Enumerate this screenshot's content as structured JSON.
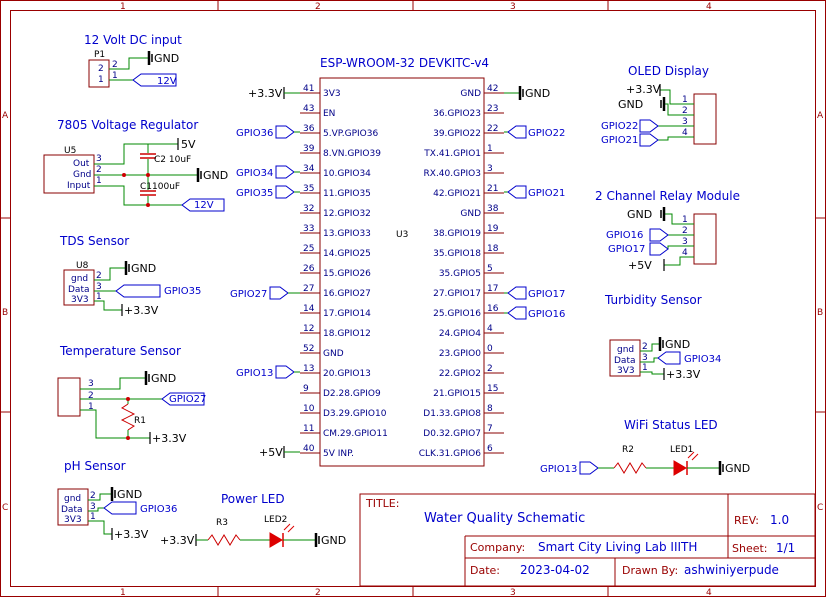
{
  "border": {
    "columns": [
      "1",
      "2",
      "3",
      "4"
    ],
    "rows": [
      "A",
      "B",
      "C"
    ]
  },
  "sections": {
    "dc_input": "12 Volt DC input",
    "regulator": "7805 Voltage Regulator",
    "tds": "TDS Sensor",
    "temperature": "Temperature Sensor",
    "ph": "pH Sensor",
    "power_led": "Power LED",
    "esp": "ESP-WROOM-32 DEVKITC-v4",
    "oled": "OLED Display",
    "relay": "2 Channel Relay Module",
    "turbidity": "Turbidity Sensor",
    "wifi_led": "WiFi Status LED"
  },
  "parts": {
    "p1": "P1",
    "u5": "U5",
    "c2": "C2 10uF",
    "c1": "C1100uF",
    "u8": "U8",
    "r1": "R1",
    "r2": "R2",
    "r3": "R3",
    "led1": "LED1",
    "led2": "LED2",
    "u3": "U3"
  },
  "nets": {
    "gnd": "GND",
    "v12": "12V",
    "v5": "5V",
    "p5v": "+5V",
    "p33": "+3.3V",
    "gpio36": "GPIO36",
    "gpio34": "GPIO34",
    "gpio35": "GPIO35",
    "gpio27": "GPIO27",
    "gpio13": "GPIO13",
    "gpio22": "GPIO22",
    "gpio21": "GPIO21",
    "gpio17": "GPIO17",
    "gpio16": "GPIO16"
  },
  "reg_pins": {
    "out": "Out",
    "gnd": "Gnd",
    "input": "Input"
  },
  "sensor_pins": {
    "gnd": "gnd",
    "data": "Data",
    "v33": "3V3"
  },
  "pin_numbers": {
    "n1": "1",
    "n2": "2",
    "n3": "3",
    "n4": "4"
  },
  "esp_left": [
    {
      "num": "41",
      "name": "3V3"
    },
    {
      "num": "43",
      "name": "EN"
    },
    {
      "num": "36",
      "name": "5.VP.GPIO36"
    },
    {
      "num": "39",
      "name": "8.VN.GPIO39"
    },
    {
      "num": "34",
      "name": "10.GPIO34"
    },
    {
      "num": "35",
      "name": "11.GPIO35"
    },
    {
      "num": "32",
      "name": "12.GPIO32"
    },
    {
      "num": "33",
      "name": "13.GPIO33"
    },
    {
      "num": "25",
      "name": "14.GPIO25"
    },
    {
      "num": "26",
      "name": "15.GPIO26"
    },
    {
      "num": "27",
      "name": "16.GPIO27"
    },
    {
      "num": "14",
      "name": "17.GPIO14"
    },
    {
      "num": "12",
      "name": "18.GPIO12"
    },
    {
      "num": "52",
      "name": "GND"
    },
    {
      "num": "13",
      "name": "20.GPIO13"
    },
    {
      "num": "9",
      "name": "D2.28.GPIO9"
    },
    {
      "num": "10",
      "name": "D3.29.GPIO10"
    },
    {
      "num": "11",
      "name": "CM.29.GPIO11"
    },
    {
      "num": "40",
      "name": "5V INP."
    }
  ],
  "esp_right": [
    {
      "num": "42",
      "name": "GND"
    },
    {
      "num": "23",
      "name": "36.GPIO23"
    },
    {
      "num": "22",
      "name": "39.GPIO22"
    },
    {
      "num": "1",
      "name": "TX.41.GPIO1"
    },
    {
      "num": "3",
      "name": "RX.40.GPIO3"
    },
    {
      "num": "21",
      "name": "42.GPIO21"
    },
    {
      "num": "38",
      "name": "GND"
    },
    {
      "num": "19",
      "name": "38.GPIO19"
    },
    {
      "num": "18",
      "name": "35.GPIO18"
    },
    {
      "num": "5",
      "name": "35.GPIO5"
    },
    {
      "num": "17",
      "name": "27.GPIO17"
    },
    {
      "num": "16",
      "name": "25.GPIO16"
    },
    {
      "num": "4",
      "name": "24.GPIO4"
    },
    {
      "num": "0",
      "name": "23.GPIO0"
    },
    {
      "num": "2",
      "name": "22.GPIO2"
    },
    {
      "num": "15",
      "name": "21.GPIO15"
    },
    {
      "num": "8",
      "name": "D1.33.GPIO8"
    },
    {
      "num": "7",
      "name": "D0.32.GPIO7"
    },
    {
      "num": "6",
      "name": "CLK.31.GPIO6"
    }
  ],
  "title_block": {
    "title_label": "TITLE:",
    "title": "Water Quality Schematic",
    "rev_label": "REV:",
    "rev": "1.0",
    "company_label": "Company:",
    "company": "Smart City Living Lab IIITH",
    "sheet_label": "Sheet:",
    "sheet": "1/1",
    "date_label": "Date:",
    "date": "2023-04-02",
    "drawn_label": "Drawn By:",
    "drawn": "ashwiniyerpude"
  },
  "colors": {
    "frame": "#990000",
    "wire": "#008800",
    "text_blue": "#0000cc",
    "led": "#dd0000"
  }
}
